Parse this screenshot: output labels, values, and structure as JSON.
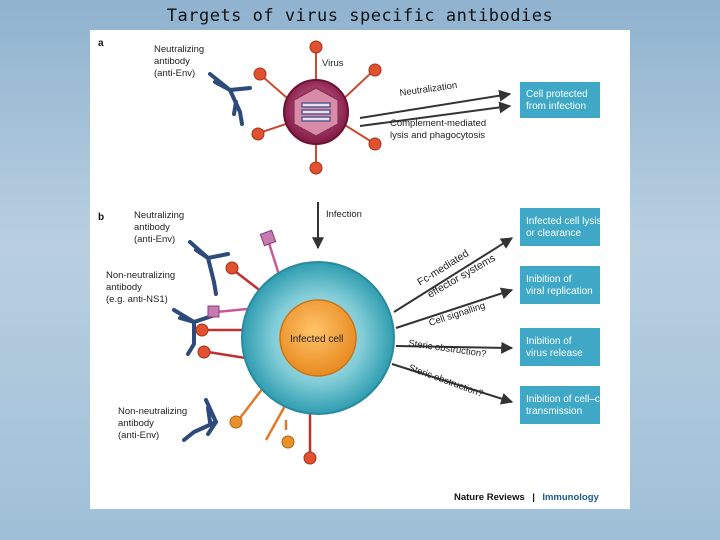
{
  "title": "Targets of virus specific antibodies",
  "panel_a": {
    "letter": "a",
    "antibody_label": [
      "Neutralizing",
      "antibody",
      "(anti-Env)"
    ],
    "virus_label": "Virus",
    "neutralization_label": "Neutralization",
    "complement_label": [
      "Complement-mediated",
      "lysis and phagocytosis"
    ],
    "outcome_box": [
      "Cell protected",
      "from infection"
    ]
  },
  "panel_b": {
    "letter": "b",
    "infection_label": "Infection",
    "neutralizing_label": [
      "Neutralizing",
      "antibody",
      "(anti-Env)"
    ],
    "non_neutralizing_ns1_label": [
      "Non-neutralizing",
      "antibody",
      "(e.g. anti-NS1)"
    ],
    "non_neutralizing_env_label": [
      "Non-neutralizing",
      "antibody",
      "(anti-Env)"
    ],
    "cell_label": "Infected cell",
    "arrow_labels": [
      "Fc-mediated",
      "effector systems",
      "Cell signalling",
      "Steric obstruction?",
      "Steric obstruction?"
    ],
    "outcome_boxes": [
      [
        "Infected cell lysis",
        "or clearance"
      ],
      [
        "Inibition of",
        "viral replication"
      ],
      [
        "Inibition of",
        "virus release"
      ],
      [
        "Inibition of cell–cell",
        "transmission"
      ]
    ]
  },
  "credit": {
    "journal": "Nature Reviews",
    "separator": "|",
    "field": "Immunology"
  },
  "colors": {
    "box": "#3fa8c6",
    "virus_outer": "#8e1f4a",
    "virus_inner": "#c0577f",
    "cell_outer": "#4fb6c6",
    "cell_core": "#f2a23a",
    "antibody": "#2d4a7a",
    "spike": "#d9442a"
  }
}
